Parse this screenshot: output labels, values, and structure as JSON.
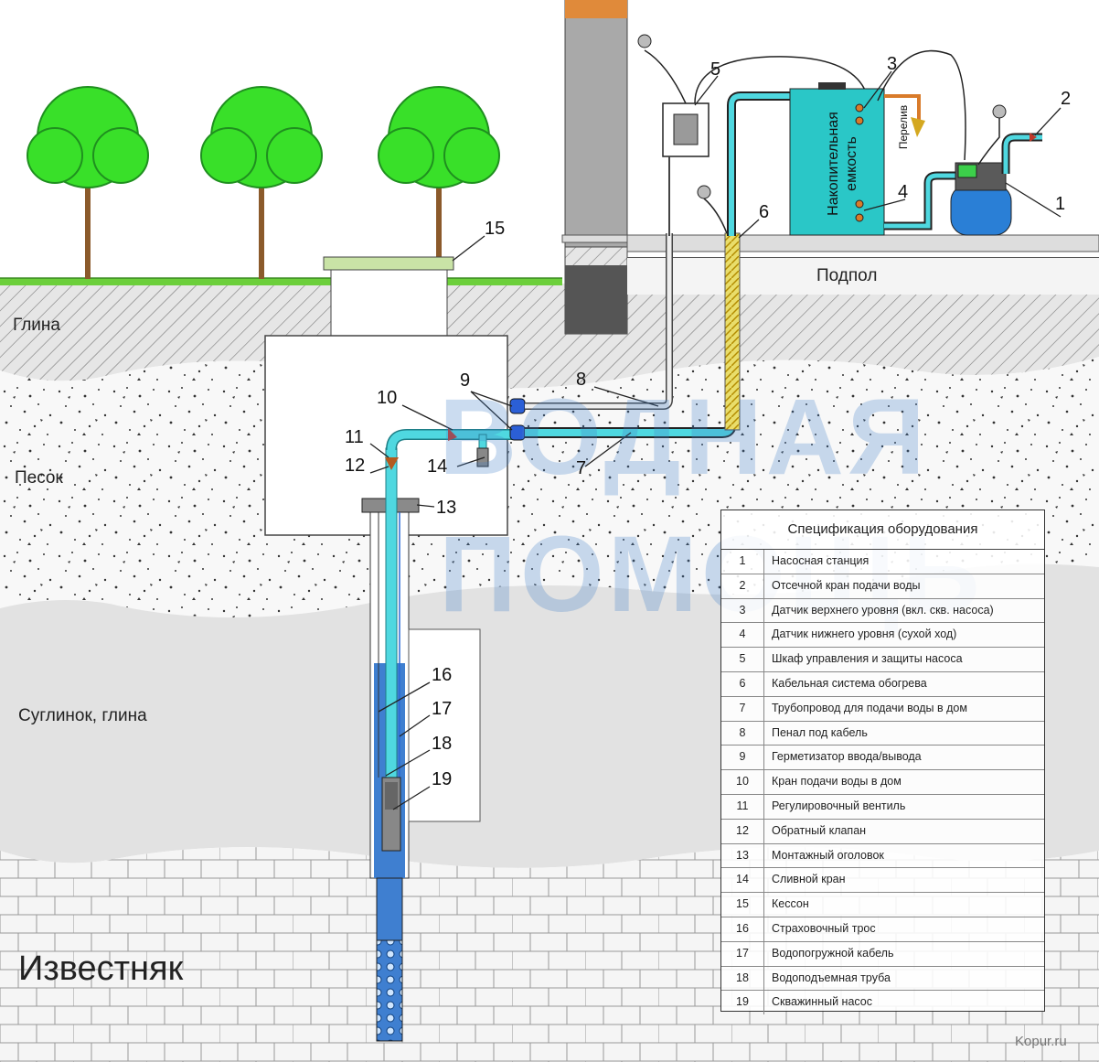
{
  "soil_layers": {
    "clay": "Глина",
    "sand": "Песок",
    "loam": "Суглинок, глина",
    "limestone": "Известняк"
  },
  "basement_label": "Подпол",
  "tank_label_1": "Накопительная",
  "tank_label_2": "емкость",
  "overflow_label": "Перелив",
  "watermark": {
    "line1": "ВОДНАЯ",
    "line2": "ПОМОЩЬ"
  },
  "site_credit": "Kopur.ru",
  "callouts": [
    "1",
    "2",
    "3",
    "4",
    "5",
    "6",
    "7",
    "8",
    "9",
    "10",
    "11",
    "12",
    "13",
    "14",
    "15",
    "16",
    "17",
    "18",
    "19"
  ],
  "spec": {
    "title": "Спецификация оборудования",
    "rows": [
      {
        "n": "1",
        "name": "Насосная станция"
      },
      {
        "n": "2",
        "name": "Отсечной кран подачи воды"
      },
      {
        "n": "3",
        "name": "Датчик верхнего уровня (вкл. скв. насоса)"
      },
      {
        "n": "4",
        "name": "Датчик нижнего уровня (сухой ход)"
      },
      {
        "n": "5",
        "name": "Шкаф управления и защиты насоса"
      },
      {
        "n": "6",
        "name": "Кабельная система обогрева"
      },
      {
        "n": "7",
        "name": "Трубопровод для подачи воды в дом"
      },
      {
        "n": "8",
        "name": "Пенал под кабель"
      },
      {
        "n": "9",
        "name": "Герметизатор ввода/вывода"
      },
      {
        "n": "10",
        "name": "Кран подачи воды в дом"
      },
      {
        "n": "11",
        "name": "Регулировочный вентиль"
      },
      {
        "n": "12",
        "name": "Обратный клапан"
      },
      {
        "n": "13",
        "name": "Монтажный оголовок"
      },
      {
        "n": "14",
        "name": "Сливной кран"
      },
      {
        "n": "15",
        "name": "Кессон"
      },
      {
        "n": "16",
        "name": "Страховочный трос"
      },
      {
        "n": "17",
        "name": "Водопогружной кабель"
      },
      {
        "n": "18",
        "name": "Водоподъемная труба"
      },
      {
        "n": "19",
        "name": "Скважинный  насос"
      }
    ]
  },
  "colors": {
    "water": "#4fd8e0",
    "tank": "#2ac7c7",
    "grass": "#6ccf3b",
    "tree": "#39e029",
    "brick": "#f6f6f6",
    "well_water": "#3f7fd0"
  }
}
